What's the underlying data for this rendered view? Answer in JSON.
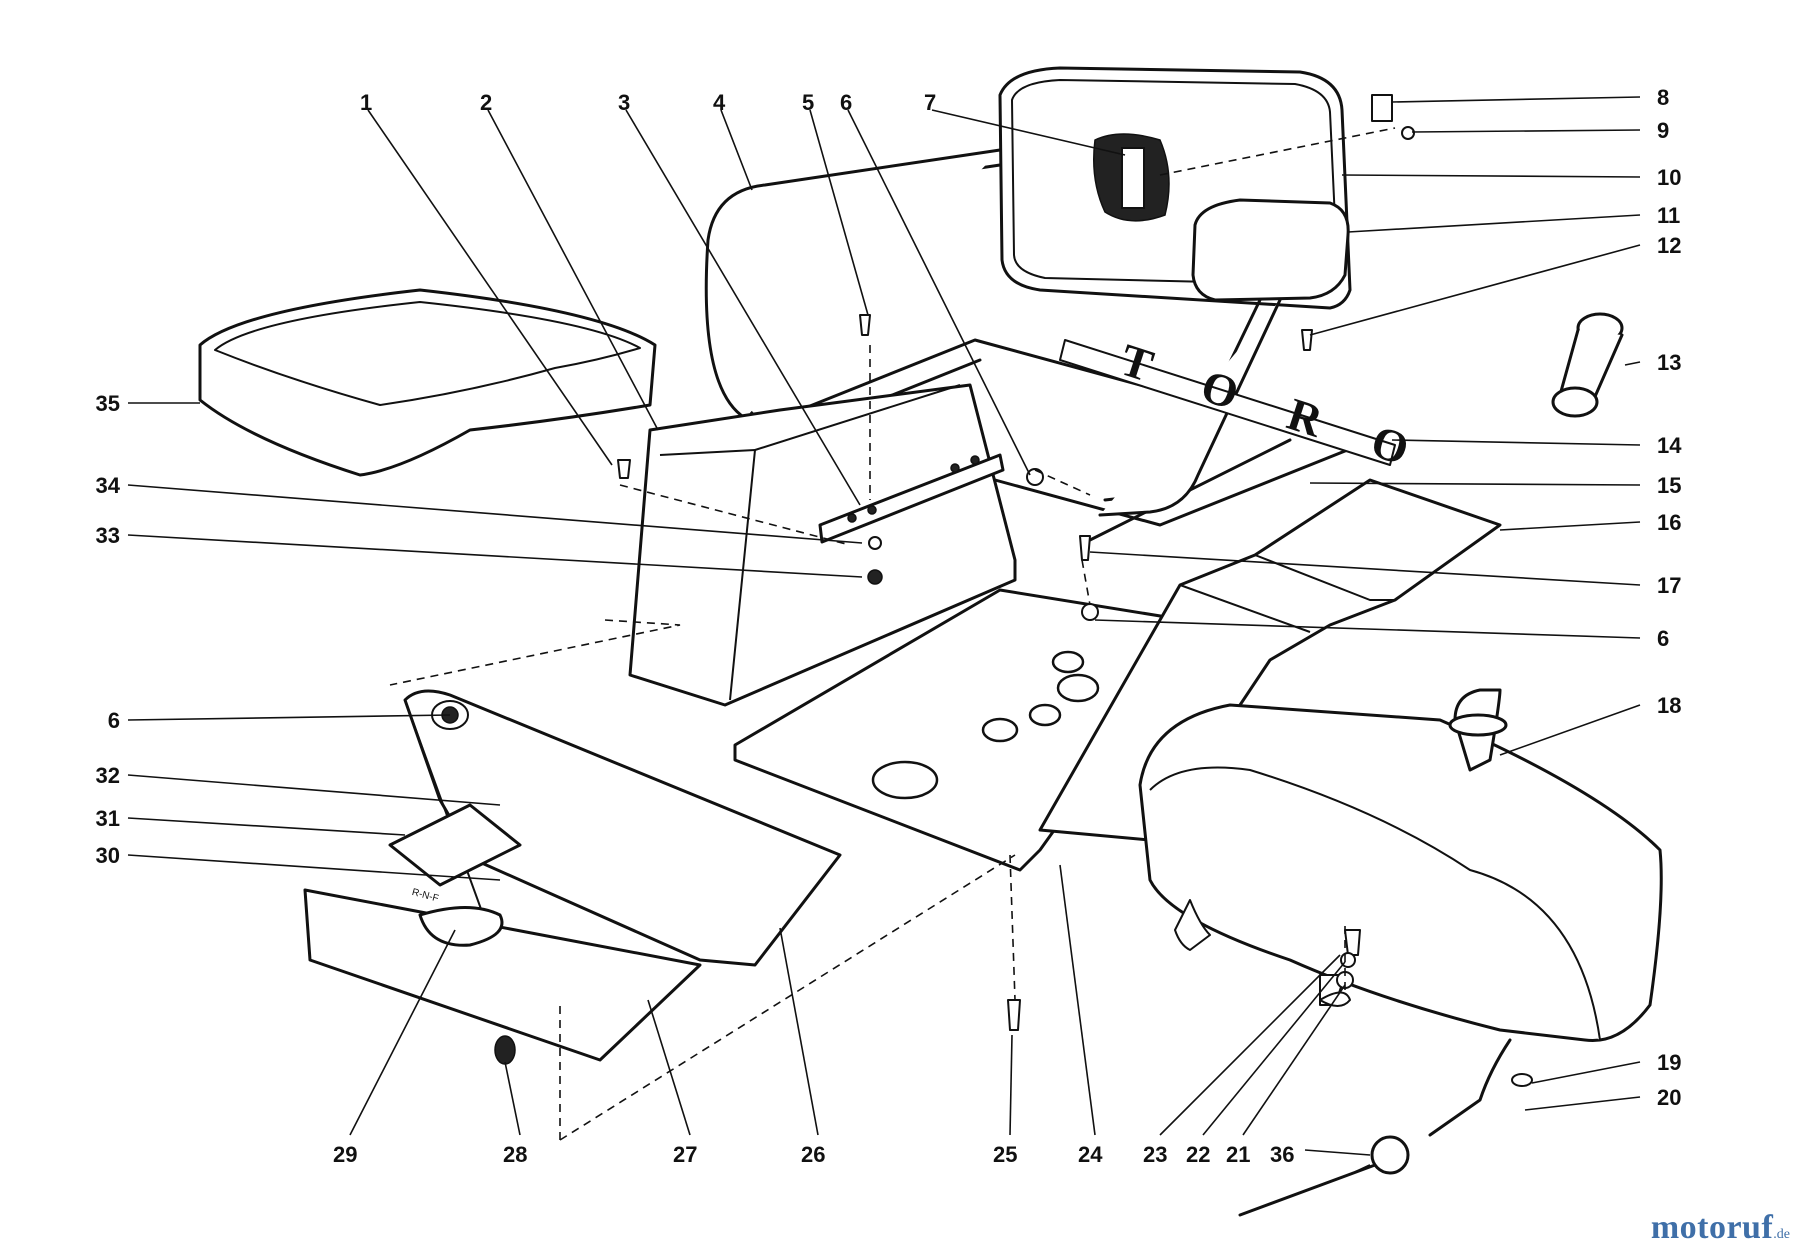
{
  "brand_text": "TORO",
  "shifter_letters": "R-N-F",
  "watermark": {
    "main": "motoruf",
    "suffix": ".de"
  },
  "callouts": [
    "1",
    "2",
    "3",
    "4",
    "5",
    "6",
    "7",
    "8",
    "9",
    "10",
    "11",
    "12",
    "13",
    "14",
    "15",
    "16",
    "17",
    "6",
    "18",
    "6",
    "32",
    "31",
    "30",
    "29",
    "28",
    "27",
    "26",
    "25",
    "24",
    "23",
    "22",
    "21",
    "36",
    "20",
    "19",
    "35",
    "34",
    "33"
  ]
}
